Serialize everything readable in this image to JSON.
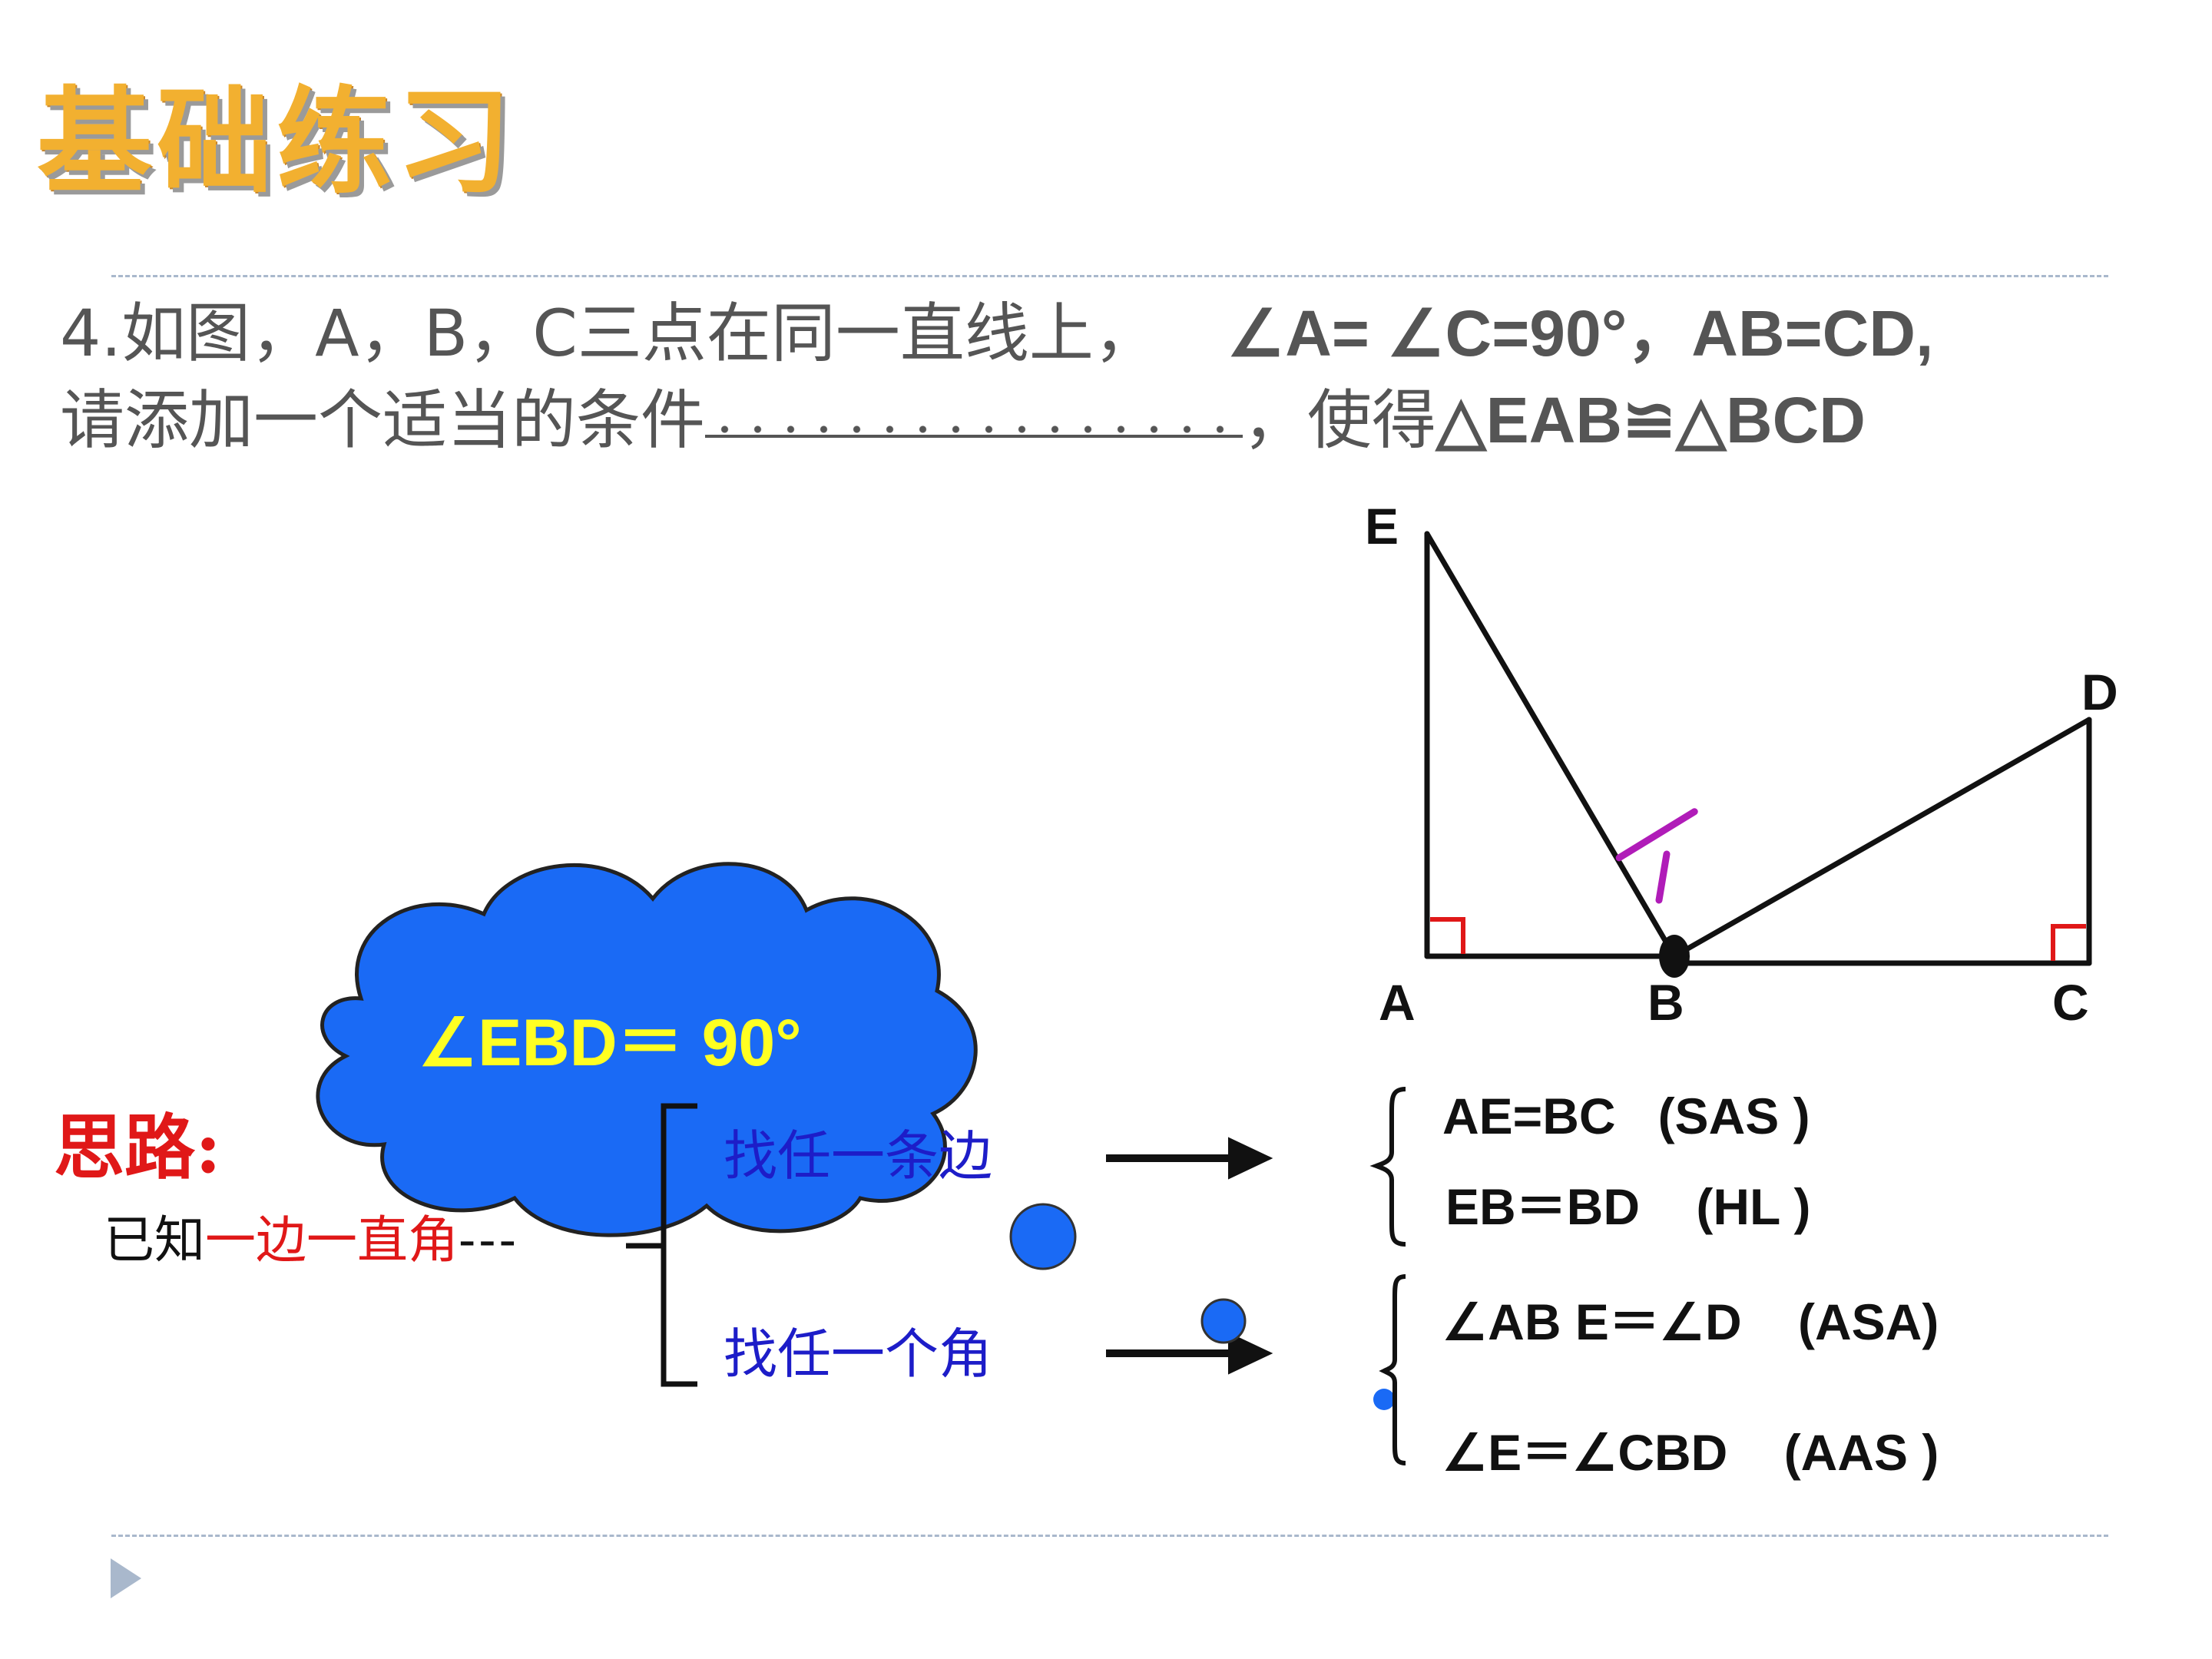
{
  "title": "基础练习",
  "question": {
    "line1_prefix": "4.如图，A，B，C三点在同一直线上，",
    "line1_math": "∠A= ∠C=90°，AB=CD,",
    "line2_prefix": "请添加一个适当的条件",
    "line2_suffix": "，使得",
    "line2_math": "△EAB≌△BCD"
  },
  "figure": {
    "labels": {
      "E": "E",
      "A": "A",
      "B": "B",
      "C": "C",
      "D": "D"
    },
    "colors": {
      "lines": "#111111",
      "right_angle": "#e01818",
      "perp_mark": "#b01cb8"
    }
  },
  "cloud": {
    "text": "∠EBD＝ 90°",
    "fill": "#1a6af5",
    "text_color": "#ffff22"
  },
  "thinking": {
    "heading": "思路:",
    "known_prefix": "已知",
    "known_red": "一边一直角",
    "known_dashes": "---",
    "branch_side": "找任一条边",
    "branch_angle": "找任一个角"
  },
  "conditions": {
    "side": [
      "AE=BC   (SAS )",
      "EB＝BD    (HL )"
    ],
    "angle": [
      "∠AB E＝∠D    (ASA)",
      "∠E＝∠CBD    (AAS )"
    ]
  }
}
